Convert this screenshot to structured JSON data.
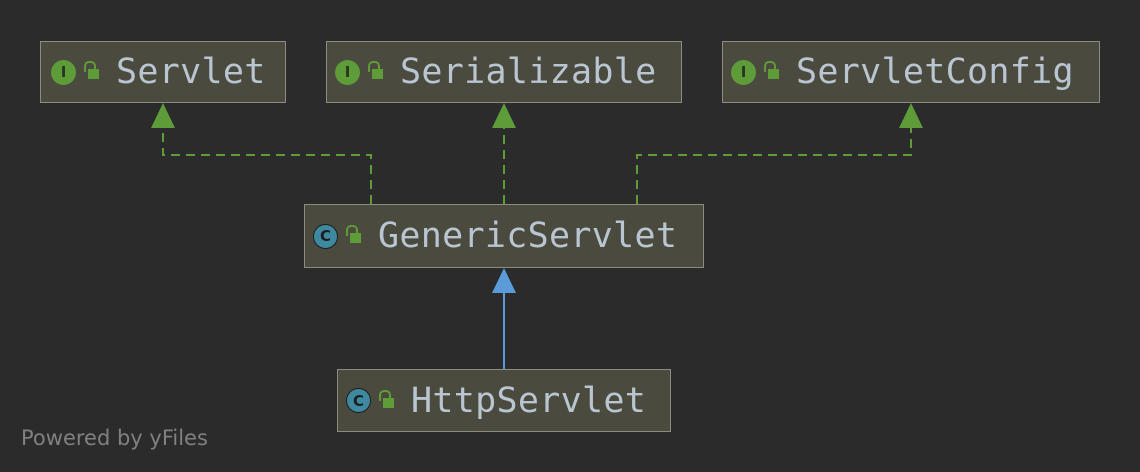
{
  "diagram": {
    "nodes": [
      {
        "id": "servlet",
        "name": "Servlet",
        "kind": "interface",
        "kind_letter": "I",
        "access_icon": "unlock-icon"
      },
      {
        "id": "serializable",
        "name": "Serializable",
        "kind": "interface",
        "kind_letter": "I",
        "access_icon": "unlock-icon"
      },
      {
        "id": "servlet_config",
        "name": "ServletConfig",
        "kind": "interface",
        "kind_letter": "I",
        "access_icon": "unlock-icon"
      },
      {
        "id": "generic_servlet",
        "name": "GenericServlet",
        "kind": "abstract-class",
        "kind_letter": "C",
        "access_icon": "unlock-icon"
      },
      {
        "id": "http_servlet",
        "name": "HttpServlet",
        "kind": "abstract-class",
        "kind_letter": "C",
        "access_icon": "unlock-icon"
      }
    ],
    "edges": [
      {
        "from": "generic_servlet",
        "to": "servlet",
        "type": "implements"
      },
      {
        "from": "generic_servlet",
        "to": "serializable",
        "type": "implements"
      },
      {
        "from": "generic_servlet",
        "to": "servlet_config",
        "type": "implements"
      },
      {
        "from": "http_servlet",
        "to": "generic_servlet",
        "type": "extends"
      }
    ],
    "colors": {
      "background": "#2b2b2b",
      "node_fill": "#4a4a3e",
      "node_border": "#8c8c80",
      "implements_edge": "#5e9c3a",
      "extends_edge": "#5b9bd9"
    }
  },
  "watermark": "Powered by yFiles"
}
